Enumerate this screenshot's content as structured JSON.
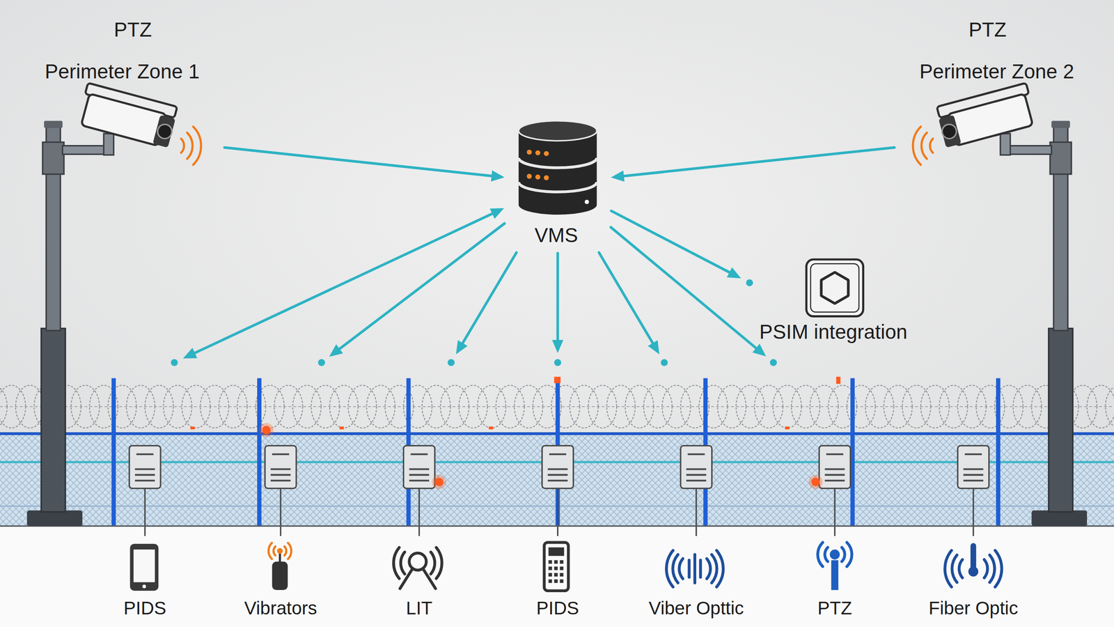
{
  "diagram": {
    "nodes": [
      {
        "text": [
          "PTZ",
          "Perimeter Zone 1"
        ]
      },
      {
        "text": [
          "PTZ",
          "Perimeter Zone 2"
        ]
      },
      {
        "text": [
          "VMS"
        ]
      },
      {
        "text": [
          "PSIM integration"
        ]
      },
      {
        "text": [
          "PIDS"
        ]
      },
      {
        "text": [
          "Vibrators"
        ]
      },
      {
        "text": [
          "LIT"
        ]
      },
      {
        "text": [
          "PIDS"
        ]
      },
      {
        "text": [
          "Viber Opttic"
        ]
      },
      {
        "text": [
          "PTZ"
        ]
      },
      {
        "text": [
          "Fiber Optic"
        ]
      }
    ],
    "edges": [
      {
        "from": 0,
        "to": 2,
        "arrow": "to"
      },
      {
        "from": 1,
        "to": 2,
        "arrow": "to"
      },
      {
        "from": 2,
        "to": 4,
        "arrow": "both"
      },
      {
        "from": 2,
        "to": 5,
        "arrow": "to"
      },
      {
        "from": 2,
        "to": 6,
        "arrow": "to"
      },
      {
        "from": 2,
        "to": 7,
        "arrow": "to"
      },
      {
        "from": 2,
        "to": 8,
        "arrow": "to"
      },
      {
        "from": 2,
        "to": 9,
        "arrow": "to"
      },
      {
        "from": 2,
        "to": 3,
        "arrow": "to"
      }
    ]
  }
}
